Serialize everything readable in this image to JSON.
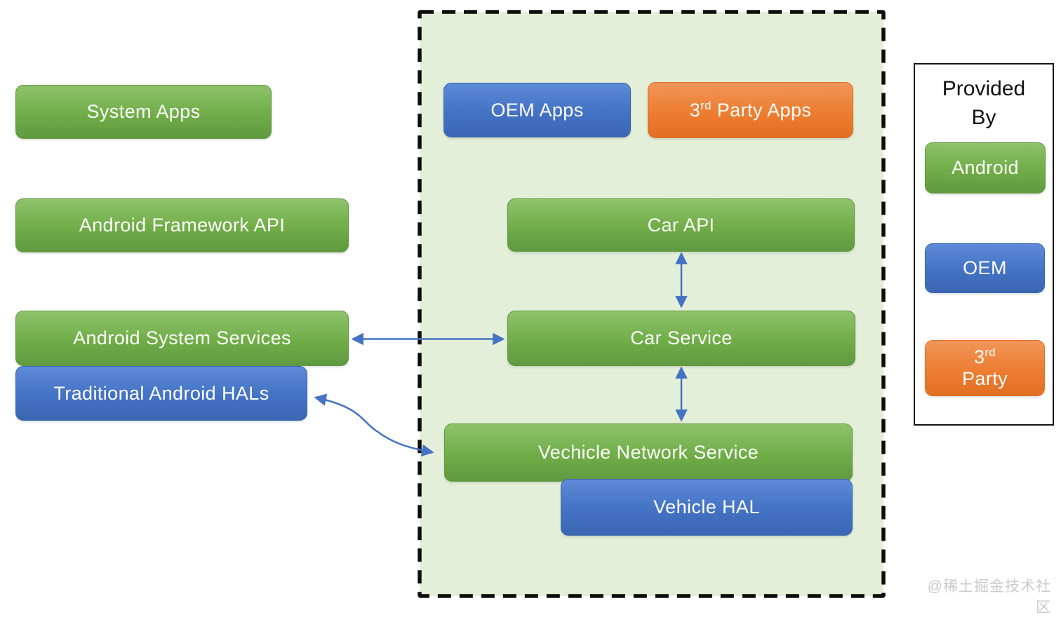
{
  "colors": {
    "android_green": "#70ad47",
    "oem_blue": "#4472c4",
    "third_party_orange": "#ed7d31",
    "arrow_blue": "#4472c4",
    "container_fill": "#e3efd9",
    "boundary_black": "#0d0d0d"
  },
  "nodes": {
    "system_apps": {
      "label": "System Apps",
      "provided_by": "Android"
    },
    "android_framework_api": {
      "label": "Android Framework API",
      "provided_by": "Android"
    },
    "android_system_services": {
      "label": "Android System Services",
      "provided_by": "Android"
    },
    "traditional_android_hals": {
      "label": "Traditional Android HALs",
      "provided_by": "OEM"
    },
    "oem_apps": {
      "label": "OEM Apps",
      "provided_by": "OEM"
    },
    "third_party_apps": {
      "prefix": "3",
      "sup": "rd",
      "rest": " Party Apps",
      "provided_by": "3rd Party"
    },
    "car_api": {
      "label": "Car API",
      "provided_by": "Android"
    },
    "car_service": {
      "label": "Car Service",
      "provided_by": "Android"
    },
    "vehicle_network_service": {
      "label": "Vechicle Network Service",
      "provided_by": "Android"
    },
    "vehicle_hal": {
      "label": "Vehicle HAL",
      "provided_by": "OEM"
    }
  },
  "connections": [
    {
      "from": "car_api",
      "to": "car_service",
      "type": "double-arrow"
    },
    {
      "from": "car_service",
      "to": "vehicle_network_service",
      "type": "double-arrow"
    },
    {
      "from": "android_system_services",
      "to": "car_service",
      "type": "double-arrow"
    },
    {
      "from": "traditional_android_hals",
      "to": "vehicle_network_service",
      "type": "double-arrow-curved"
    }
  ],
  "legend": {
    "title": "Provided By",
    "android_label": "Android",
    "oem_label": "OEM",
    "third_party_prefix": "3",
    "third_party_sup": "rd",
    "third_party_line2": "Party"
  },
  "watermark": "@稀土掘金技术社区"
}
